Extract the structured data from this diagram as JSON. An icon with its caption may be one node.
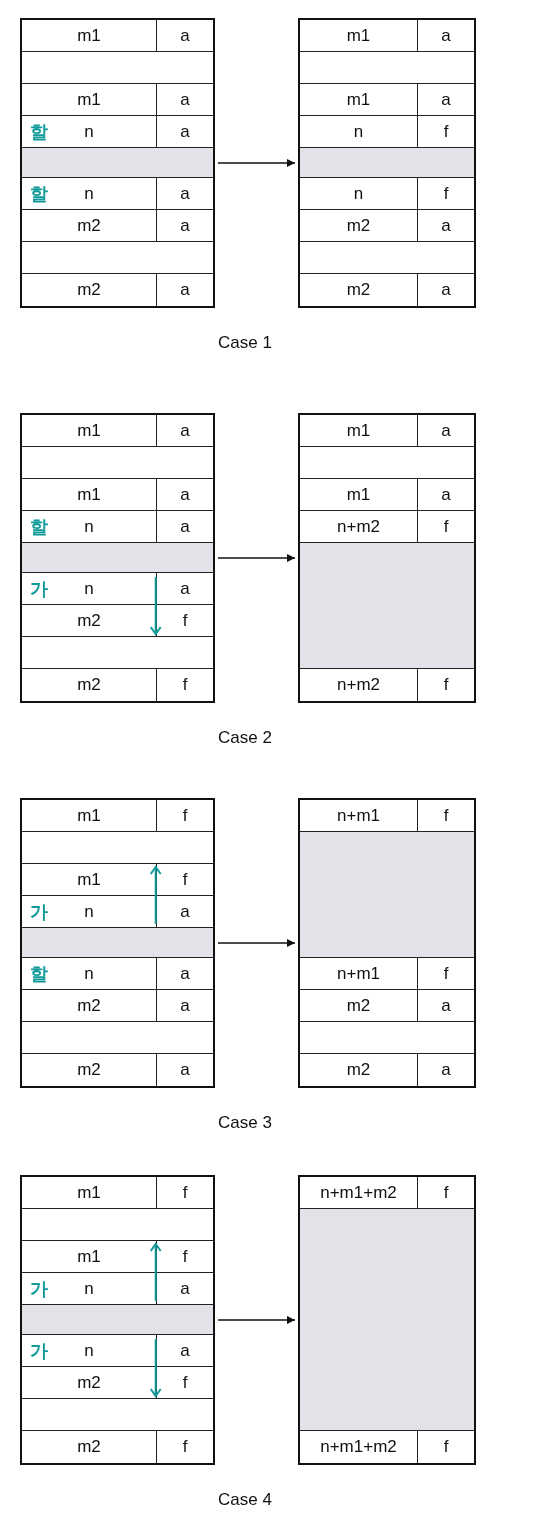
{
  "diagram": {
    "nodes": [
      {
        "text": [],
        "shape": "box"
      },
      {
        "text": [
          "m1",
          "a"
        ],
        "in": 0
      },
      {
        "text": [],
        "shape": "box",
        "in": 0
      },
      {
        "text": [
          "m1",
          "a"
        ],
        "in": 0
      },
      {
        "text": [
          "할",
          "n",
          "a"
        ],
        "in": 0
      },
      {
        "text": [],
        "shape": "bar",
        "in": 0
      },
      {
        "text": [
          "할",
          "n",
          "a"
        ],
        "in": 0
      },
      {
        "text": [
          "m2",
          "a"
        ],
        "in": 0
      },
      {
        "text": [],
        "shape": "box",
        "in": 0
      },
      {
        "text": [
          "m2",
          "a"
        ],
        "in": 0
      },
      {
        "text": [],
        "shape": "box"
      },
      {
        "text": [
          "m1",
          "a"
        ],
        "in": 10
      },
      {
        "text": [],
        "shape": "box",
        "in": 10
      },
      {
        "text": [
          "m1",
          "a"
        ],
        "in": 10
      },
      {
        "text": [
          "n",
          "f"
        ],
        "in": 10
      },
      {
        "text": [],
        "shape": "bar",
        "in": 10
      },
      {
        "text": [
          "n",
          "f"
        ],
        "in": 10
      },
      {
        "text": [
          "m2",
          "a"
        ],
        "in": 10
      },
      {
        "text": [],
        "shape": "box",
        "in": 10
      },
      {
        "text": [
          "m2",
          "a"
        ],
        "in": 10
      },
      {
        "text": [],
        "shape": "box"
      },
      {
        "text": [
          "m1",
          "a"
        ],
        "in": 20
      },
      {
        "text": [],
        "shape": "box",
        "in": 20
      },
      {
        "text": [
          "m1",
          "a"
        ],
        "in": 20
      },
      {
        "text": [
          "할",
          "n",
          "a"
        ],
        "in": 20
      },
      {
        "text": [],
        "shape": "bar",
        "in": 20
      },
      {
        "text": [
          "가",
          "n",
          "a"
        ],
        "in": 20
      },
      {
        "text": [
          "m2",
          "f"
        ],
        "in": 20
      },
      {
        "text": [],
        "shape": "box",
        "in": 20
      },
      {
        "text": [
          "m2",
          "f"
        ],
        "in": 20
      },
      {
        "text": [],
        "shape": "box"
      },
      {
        "text": [
          "m1",
          "a"
        ],
        "in": 30
      },
      {
        "text": [],
        "shape": "box",
        "in": 30
      },
      {
        "text": [
          "m1",
          "a"
        ],
        "in": 30
      },
      {
        "text": [
          "n+m2",
          "f"
        ],
        "in": 30
      },
      {
        "text": [],
        "shape": "bar",
        "in": 30
      },
      {
        "text": [
          "n+m2",
          "f"
        ],
        "in": 30
      },
      {
        "text": [],
        "shape": "box"
      },
      {
        "text": [
          "m1",
          "f"
        ],
        "in": 37
      },
      {
        "text": [],
        "shape": "box",
        "in": 37
      },
      {
        "text": [
          "m1",
          "f"
        ],
        "in": 37
      },
      {
        "text": [
          "가",
          "n",
          "a"
        ],
        "in": 37
      },
      {
        "text": [],
        "shape": "bar",
        "in": 37
      },
      {
        "text": [
          "할",
          "n",
          "a"
        ],
        "in": 37
      },
      {
        "text": [
          "m2",
          "a"
        ],
        "in": 37
      },
      {
        "text": [],
        "shape": "box",
        "in": 37
      },
      {
        "text": [
          "m2",
          "a"
        ],
        "in": 37
      },
      {
        "text": [],
        "shape": "box"
      },
      {
        "text": [
          "n+m1",
          "f"
        ],
        "in": 47
      },
      {
        "text": [],
        "shape": "bar",
        "in": 47
      },
      {
        "text": [
          "n+m1",
          "f"
        ],
        "in": 47
      },
      {
        "text": [
          "m2",
          "a"
        ],
        "in": 47
      },
      {
        "text": [],
        "shape": "box",
        "in": 47
      },
      {
        "text": [
          "m2",
          "a"
        ],
        "in": 47
      },
      {
        "text": [],
        "shape": "box"
      },
      {
        "text": [
          "m1",
          "f"
        ],
        "in": 54
      },
      {
        "text": [],
        "shape": "box",
        "in": 54
      },
      {
        "text": [
          "m1",
          "f"
        ],
        "in": 54
      },
      {
        "text": [
          "가",
          "n",
          "a"
        ],
        "in": 54
      },
      {
        "text": [],
        "shape": "bar",
        "in": 54
      },
      {
        "text": [
          "가",
          "n",
          "a"
        ],
        "in": 54
      },
      {
        "text": [
          "m2",
          "f"
        ],
        "in": 54
      },
      {
        "text": [],
        "shape": "box",
        "in": 54
      },
      {
        "text": [
          "m2",
          "f"
        ],
        "in": 54
      },
      {
        "text": [],
        "shape": "box"
      },
      {
        "text": [
          "n+m1+m2",
          "f"
        ],
        "in": 64
      },
      {
        "text": [],
        "shape": "bar",
        "in": 64
      },
      {
        "text": [
          "n+m1+m2",
          "f"
        ],
        "in": 64
      }
    ],
    "edges": [
      {
        "from": 0,
        "to": 10,
        "arrow": "to"
      },
      {
        "from": 20,
        "to": 30,
        "arrow": "to"
      },
      {
        "from": 37,
        "to": 47,
        "arrow": "to"
      },
      {
        "from": 54,
        "to": 64,
        "arrow": "to"
      },
      {
        "from": 26,
        "to": 27,
        "arrow": "to",
        "color": "#119a9a"
      },
      {
        "from": 41,
        "to": 40,
        "arrow": "to",
        "color": "#119a9a"
      },
      {
        "from": 58,
        "to": 57,
        "arrow": "to",
        "color": "#119a9a"
      },
      {
        "from": 60,
        "to": 61,
        "arrow": "to",
        "color": "#119a9a"
      }
    ],
    "labels": [
      "Case 1",
      "Case 2",
      "Case 3",
      "Case 4"
    ]
  }
}
